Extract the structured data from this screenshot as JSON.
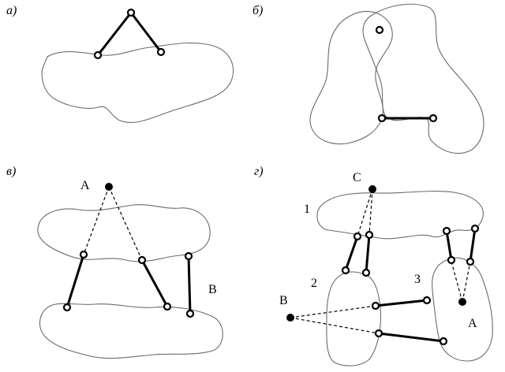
{
  "panels": {
    "a": {
      "label": "а)"
    },
    "b": {
      "label": "б)"
    },
    "v": {
      "label": "в)",
      "points": {
        "A": "A",
        "B": "B"
      }
    },
    "g": {
      "label": "г)",
      "points": {
        "C": "C",
        "B": "B",
        "A": "A"
      },
      "regions": [
        "1",
        "2",
        "3"
      ]
    }
  }
}
